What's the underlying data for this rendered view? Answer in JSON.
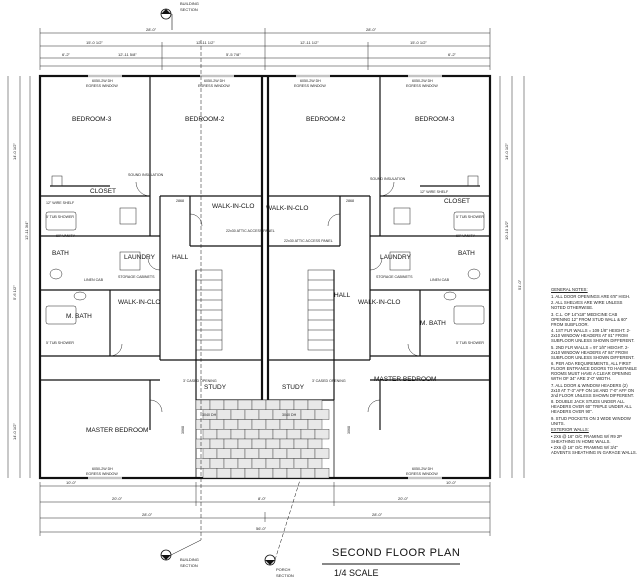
{
  "title": "SECOND FLOOR PLAN",
  "scale": "1/4 SCALE",
  "section_markers": [
    {
      "line1": "BUILDING",
      "line2": "SECTION"
    },
    {
      "line1": "BUILDING",
      "line2": "SECTION"
    },
    {
      "line1": "PORCH",
      "line2": "SECTION"
    }
  ],
  "rooms": {
    "bedroom3_left": "BEDROOM-3",
    "bedroom2_left": "BEDROOM-2",
    "bedroom2_right": "BEDROOM-2",
    "bedroom3_right": "BEDROOM-3",
    "closet_left": "CLOSET",
    "closet_right": "CLOSET",
    "walkin_1": "WALK-IN-CLO",
    "walkin_2": "WALK-IN-CLO",
    "walkin_3": "WALK-IN-CLO",
    "walkin_4": "WALK-IN-CLO",
    "bath_left": "BATH",
    "bath_right": "BATH",
    "laundry_left": "LAUNDRY",
    "laundry_right": "LAUNDRY",
    "hall_left": "HALL",
    "hall_right": "HALL",
    "mbath_left": "M. BATH",
    "mbath_right": "M. BATH",
    "study_left": "STUDY",
    "study_right": "STUDY",
    "master_left": "MASTER BEDROOM",
    "master_right": "MASTER BEDROOM"
  },
  "labels": {
    "egress": "6050-2W DH",
    "egress_sub": "EGRESS WINDOW",
    "egress2": "3040 DH",
    "shelf": "12\" WIRE SHELF",
    "tub": "5' TUB SHOWER",
    "storage": "STORAGE CABINETS",
    "linen": "LINEN CAB",
    "insulation": "SOUND INSULATION",
    "attic": "22x30 ATTIC ACCESS PANEL",
    "opening": "3' CASED OPENING",
    "vanity": "60\" VANITY",
    "door_2868": "2868",
    "door_3068": "3068"
  },
  "dims": {
    "top_total_l": "28'-0\"",
    "top_total_r": "28'-0\"",
    "top_a": "15'-0 1/2\"",
    "top_b": "12'-11 1/2\"",
    "top_c": "12'-11 1/2\"",
    "top_d": "15'-0 1/2\"",
    "top_e": "6'-2\"",
    "top_f": "12'-11 5/8\"",
    "top_g": "5'-5 7/8\"",
    "top_h": "6'-2\"",
    "left_a": "14'-0 1/2\"",
    "left_b": "12'-11 3/4\"",
    "left_c": "5'-6 1/2\"",
    "left_d": "14'-0 1/2\"",
    "right_a": "14'-0 1/2\"",
    "right_b": "10'-10 1/2\"",
    "right_c": "51'-0\"",
    "bot_a": "10'-0\"",
    "bot_b": "20'-0\"",
    "bot_c": "8'-0\"",
    "bot_d": "20'-0\"",
    "bot_e": "10'-0\"",
    "bot_total": "56'-0\"",
    "bot_f": "28'-0\"",
    "bot_g": "28'-0\""
  },
  "notes": {
    "heading": "GENERAL NOTES:",
    "items": [
      "1. ALL DOOR OPENINGS ARE 6'8\" HIGH.",
      "2. ALL SHELVES ARE WIRE UNLESS NOTED OTHERWISE.",
      "3. C.L. OF 14\"x18\" MEDICINE CAB OPENING 12\" FROM STUD WALL & 60\" FROM SUBFLOOR.",
      "4. 1ST FLR WALLS = 109 1/8\" HEIGHT. 2-2x10 WINDOW HEADERS AT 81\" FROM SUBFLOOR UNLESS SHOWN DIFFERENT.",
      "5. 2ND FLR WALLS = 97 1/8\" HEIGHT. 2-2x10 WINDOW HEADERS AT 84\" FROM SUBFLOOR UNLESS SHOWN DIFFERENT.",
      "6. PER ADA REQUIREMENTS, ALL FIRST FLOOR ENTRANCE DOORS TO HABITABLE ROOMS MUST HAVE A CLEAR OPENING WITH OF 34\" ARE 3'-0\" WIDTH.",
      "7. ALL DOOR & WINDOW HEADERS (2) 2x10 AT 7'-3\" AFF ON 1st AND 7'-0\" AFF ON 2nd FLOOR UNLESS SHOWN DIFFERENT.",
      "8. DOUBLE JACK STUDS UNDER ALL HEADERS OVER 60\" TRIPLE UNDER ALL HEADERS OVER 90\".",
      "9. STUD POCKETS ON 3 WIDE WINDOW UNITS."
    ],
    "ext_heading": "EXTERIOR WALLS:",
    "ext_items": [
      "• 2X6 @ 16\" O/C FRAMING W/ R9 2P SHEATHING IN HOME WALLS.",
      "• 2X6 @ 16\" O/C FRAMING W/ 3/4\" ADVENTS SHEATHING IN GARAGE WALLS."
    ]
  }
}
